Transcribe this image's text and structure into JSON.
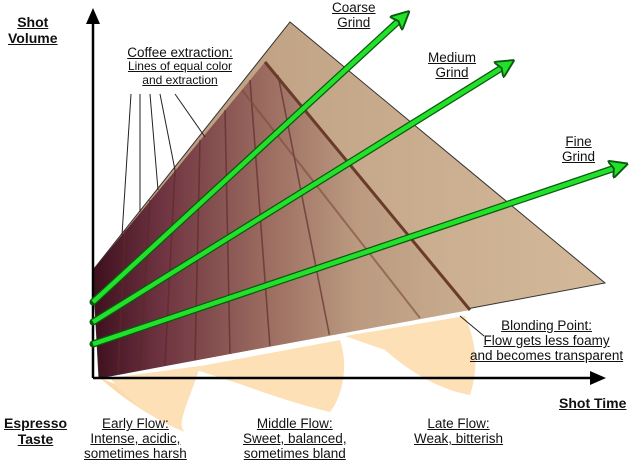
{
  "axes": {
    "y_title_line1": "Shot",
    "y_title_line2": "Volume",
    "x_title": "Shot Time"
  },
  "extraction": {
    "title": "Coffee extraction:",
    "subtitle_line1": "Lines of equal color",
    "subtitle_line2": "and extraction"
  },
  "grinds": {
    "coarse": {
      "line1": "Coarse",
      "line2": "Grind"
    },
    "medium": {
      "line1": "Medium",
      "line2": "Grind"
    },
    "fine": {
      "line1": "Fine",
      "line2": "Grind"
    }
  },
  "blonding": {
    "title": "Blonding Point:",
    "line2": "Flow gets less foamy",
    "line3": "and becomes transparent"
  },
  "taste": {
    "label_line1": "Espresso",
    "label_line2": "Taste",
    "early": {
      "title": "Early Flow:",
      "line2": "Intense, acidic,",
      "line3": "sometimes harsh"
    },
    "middle": {
      "title": "Middle Flow:",
      "line2": "Sweet, balanced,",
      "line3": "sometimes bland"
    },
    "late": {
      "title": "Late Flow:",
      "line2": "Weak, bitterish"
    }
  },
  "colors": {
    "arrow": "#22e12a",
    "arrow_outline": "#0b5a10",
    "triangle_dark": "#5a2230",
    "triangle_mid": "#a8826a",
    "triangle_light": "#c7ab8c",
    "taste_shadow": "#fcd9a8"
  }
}
